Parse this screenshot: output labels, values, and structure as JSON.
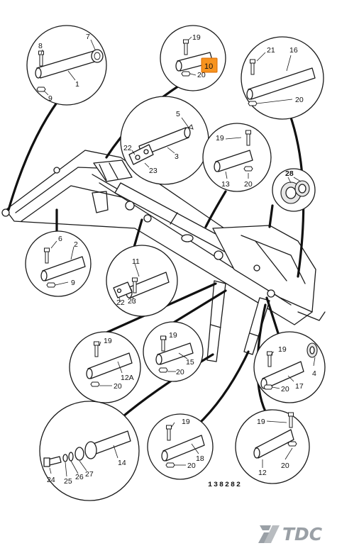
{
  "callouts": {
    "c1": {
      "pin": "1",
      "other": "7",
      "bolt": "8",
      "nut": "9"
    },
    "c2": {
      "highlight": "10",
      "bolt": "19",
      "nut": "20"
    },
    "c3": {
      "pin": "16",
      "bolt": "21",
      "nut": "20"
    },
    "c4": {
      "pin": "3",
      "grease": "5",
      "plate": "22",
      "bolt": "23"
    },
    "c5": {
      "pin": "13",
      "bolt": "19",
      "nut": "20"
    },
    "c6": {
      "bush": "28"
    },
    "c7": {
      "pin": "2",
      "bolt": "6",
      "nut": "9"
    },
    "c8": {
      "pin": "11",
      "plate": "22",
      "bolt": "23"
    },
    "c9": {
      "pin": "12A",
      "bolt": "19",
      "nut": "20"
    },
    "c10": {
      "pin": "15",
      "bolt": "19",
      "nut": "20"
    },
    "c11": {
      "pin": "17",
      "bolt": "19",
      "nut": "20",
      "ring": "4"
    },
    "c12": {
      "pin": "14",
      "bolt": "24",
      "washer": "25",
      "spacer": "26",
      "collar": "27"
    },
    "c13": {
      "pin": "18",
      "bolt": "19",
      "nut": "20"
    },
    "c14": {
      "pin": "12",
      "bolt": "19",
      "nut": "20"
    }
  },
  "reference": "138282",
  "logo": {
    "text": "TDC",
    "color": "#9aa0a6"
  }
}
